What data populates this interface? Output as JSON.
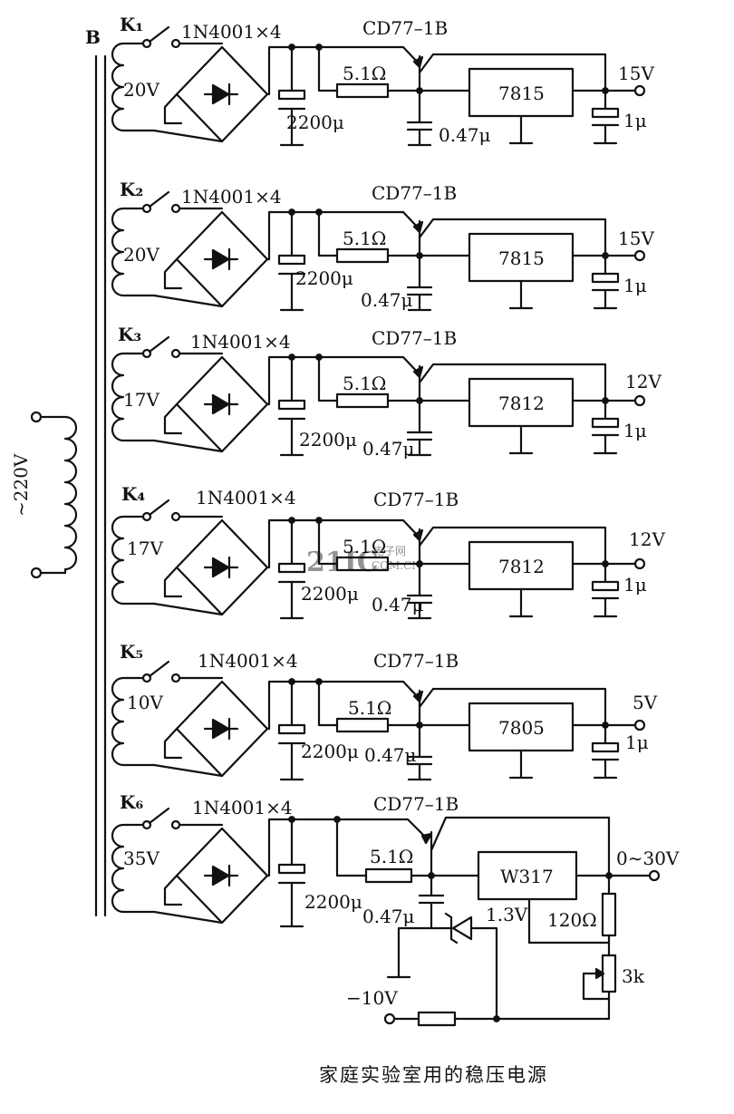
{
  "transformer": {
    "label": "B",
    "primary_voltage": "~220V"
  },
  "stages": [
    {
      "switch": "K₁",
      "secondary": "20V",
      "bridge": "1N4001×4",
      "filter_cap": "2200μ",
      "transistor": "CD77–1B",
      "resistor": "5.1Ω",
      "bypass_cap": "0.47μ",
      "regulator": "7815",
      "output_cap": "1μ",
      "output": "15V"
    },
    {
      "switch": "K₂",
      "secondary": "20V",
      "bridge": "1N4001×4",
      "filter_cap": "2200μ",
      "transistor": "CD77–1B",
      "resistor": "5.1Ω",
      "bypass_cap": "0.47μ",
      "regulator": "7815",
      "output_cap": "1μ",
      "output": "15V"
    },
    {
      "switch": "K₃",
      "secondary": "17V",
      "bridge": "1N4001×4",
      "filter_cap": "2200μ",
      "transistor": "CD77–1B",
      "resistor": "5.1Ω",
      "bypass_cap": "0.47μ",
      "regulator": "7812",
      "output_cap": "1μ",
      "output": "12V"
    },
    {
      "switch": "K₄",
      "secondary": "17V",
      "bridge": "1N4001×4",
      "filter_cap": "2200μ",
      "transistor": "CD77–1B",
      "resistor": "5.1Ω",
      "bypass_cap": "0.47μ",
      "regulator": "7812",
      "output_cap": "1μ",
      "output": "12V"
    },
    {
      "switch": "K₅",
      "secondary": "10V",
      "bridge": "1N4001×4",
      "filter_cap": "2200μ",
      "transistor": "CD77–1B",
      "resistor": "5.1Ω",
      "bypass_cap": "0.47μ",
      "regulator": "7805",
      "output_cap": "1μ",
      "output": "5V"
    },
    {
      "switch": "K₆",
      "secondary": "35V",
      "bridge": "1N4001×4",
      "filter_cap": "2200μ",
      "transistor": "CD77–1B",
      "resistor": "5.1Ω",
      "bypass_cap": "0.47μ",
      "regulator": "W317",
      "output": "0∼30V"
    }
  ],
  "adjustable_extra": {
    "zener": "1.3V",
    "r_fixed": "120Ω",
    "pot": "3k",
    "neg_supply": "−10V"
  },
  "watermark": {
    "logo": "21IC",
    "site_top": "电子网",
    "site_bottom": "COM.CN"
  },
  "caption": "家庭实验室用的稳压电源"
}
